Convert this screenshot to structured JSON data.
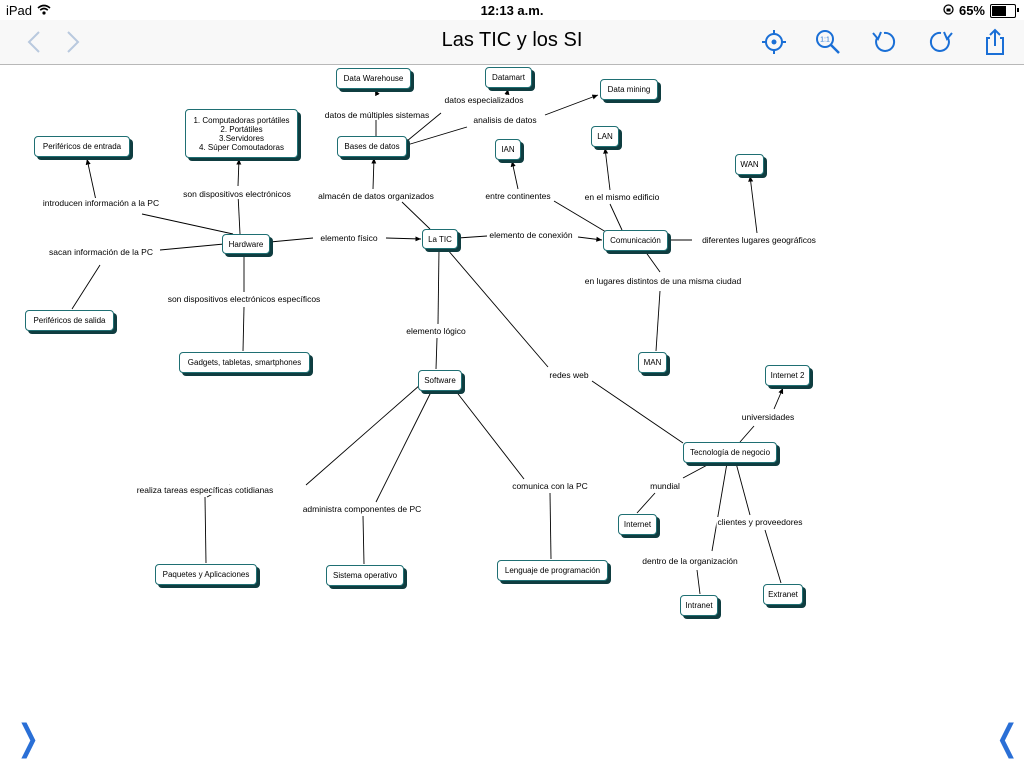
{
  "status": {
    "device": "iPad",
    "time": "12:13 a.m.",
    "battery": "65%",
    "battery_level": 0.65
  },
  "nav": {
    "title": "Las TIC y los SI",
    "zoom_icon_text": "1:1"
  },
  "nodes": [
    {
      "id": "latic",
      "text": "La TIC"
    },
    {
      "id": "hardware",
      "text": "Hardware"
    },
    {
      "id": "perif_entrada",
      "text": "Periféricos de entrada"
    },
    {
      "id": "perif_salida",
      "text": "Periféricos de salida"
    },
    {
      "id": "computadoras",
      "text": "1. Computadoras portátiles\n2. Portátiles\n3.Servidores\n4. Súper Comoutadoras"
    },
    {
      "id": "gadgets",
      "text": "Gadgets, tabletas, smartphones"
    },
    {
      "id": "bases",
      "text": "Bases de datos"
    },
    {
      "id": "warehouse",
      "text": "Data Warehouse"
    },
    {
      "id": "datamart",
      "text": "Datamart"
    },
    {
      "id": "datamining",
      "text": "Data mining"
    },
    {
      "id": "comunicacion",
      "text": "Comunicación"
    },
    {
      "id": "ian",
      "text": "IAN"
    },
    {
      "id": "lan",
      "text": "LAN"
    },
    {
      "id": "wan",
      "text": "WAN"
    },
    {
      "id": "man",
      "text": "MAN"
    },
    {
      "id": "software",
      "text": "Software"
    },
    {
      "id": "paquetes",
      "text": "Paquetes y Aplicaciones"
    },
    {
      "id": "sistema",
      "text": "Sistema operativo"
    },
    {
      "id": "lenguaje",
      "text": "Lenguaje de programación"
    },
    {
      "id": "tecnologia",
      "text": "Tecnología de negocio"
    },
    {
      "id": "internet2",
      "text": "Internet 2"
    },
    {
      "id": "internet",
      "text": "Internet"
    },
    {
      "id": "intranet",
      "text": "Intranet"
    },
    {
      "id": "extranet",
      "text": "Extranet"
    }
  ],
  "labels": [
    {
      "id": "l_introducen",
      "text": "introducen información a la PC"
    },
    {
      "id": "l_sacan",
      "text": "sacan información de la PC"
    },
    {
      "id": "l_sondisp",
      "text": "son dispositivos electrónicos"
    },
    {
      "id": "l_sondispesp",
      "text": "son dispositivos electrónicos específicos"
    },
    {
      "id": "l_fisico",
      "text": "elemento físico"
    },
    {
      "id": "l_almacen",
      "text": "almacén de datos organizados"
    },
    {
      "id": "l_multiples",
      "text": "datos de múltiples sistemas"
    },
    {
      "id": "l_especializados",
      "text": "datos especializados"
    },
    {
      "id": "l_analisis",
      "text": "analisis de datos"
    },
    {
      "id": "l_conexion",
      "text": "elemento de conexión"
    },
    {
      "id": "l_continentes",
      "text": "entre continentes"
    },
    {
      "id": "l_edificio",
      "text": "en el mismo edificio"
    },
    {
      "id": "l_geograficos",
      "text": "diferentes lugares geográficos"
    },
    {
      "id": "l_ciudad",
      "text": "en lugares distintos de una misma ciudad"
    },
    {
      "id": "l_logico",
      "text": "elemento lógico"
    },
    {
      "id": "l_redes",
      "text": "redes web"
    },
    {
      "id": "l_tareas",
      "text": "realiza tareas específicas cotidianas"
    },
    {
      "id": "l_administra",
      "text": "administra componentes de PC"
    },
    {
      "id": "l_comunica",
      "text": "comunica con la PC"
    },
    {
      "id": "l_universidades",
      "text": "universidades"
    },
    {
      "id": "l_mundial",
      "text": "mundial"
    },
    {
      "id": "l_clientes",
      "text": "clientes y proveedores"
    },
    {
      "id": "l_dentro",
      "text": "dentro de la organización"
    }
  ]
}
